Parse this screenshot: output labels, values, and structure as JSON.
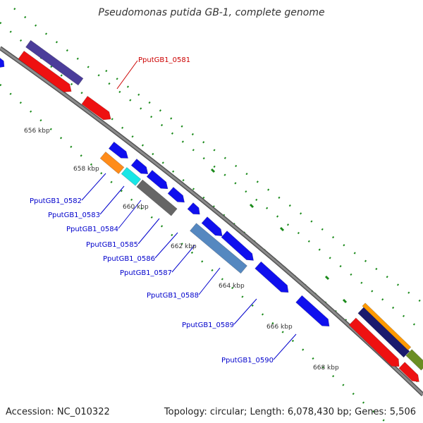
{
  "title": "Pseudomonas putida GB-1, complete genome",
  "footer": {
    "accession": "Accession: NC_010322",
    "summary": "Topology: circular; Length: 6,078,430 bp; Genes: 5,506"
  },
  "colors": {
    "background": "#ffffff",
    "backbone": "#8c8c8c",
    "tick": "#1a8a1a",
    "label_red": "#cc0000",
    "label_blue": "#0000cc"
  },
  "scale_labels": [
    "656 kbp",
    "658 kbp",
    "660 kbp",
    "662 kbp",
    "664 kbp",
    "666 kbp",
    "668 kbp"
  ],
  "gene_labels": [
    {
      "text": "PputGB1_0581",
      "color": "#cc0000"
    },
    {
      "text": "PputGB1_0582",
      "color": "#0000cc"
    },
    {
      "text": "PputGB1_0583",
      "color": "#0000cc"
    },
    {
      "text": "PputGB1_0584",
      "color": "#0000cc"
    },
    {
      "text": "PputGB1_0585",
      "color": "#0000cc"
    },
    {
      "text": "PputGB1_0586",
      "color": "#0000cc"
    },
    {
      "text": "PputGB1_0587",
      "color": "#0000cc"
    },
    {
      "text": "PputGB1_0588",
      "color": "#0000cc"
    },
    {
      "text": "PputGB1_0589",
      "color": "#0000cc"
    },
    {
      "text": "PputGB1_0590",
      "color": "#0000cc"
    }
  ]
}
